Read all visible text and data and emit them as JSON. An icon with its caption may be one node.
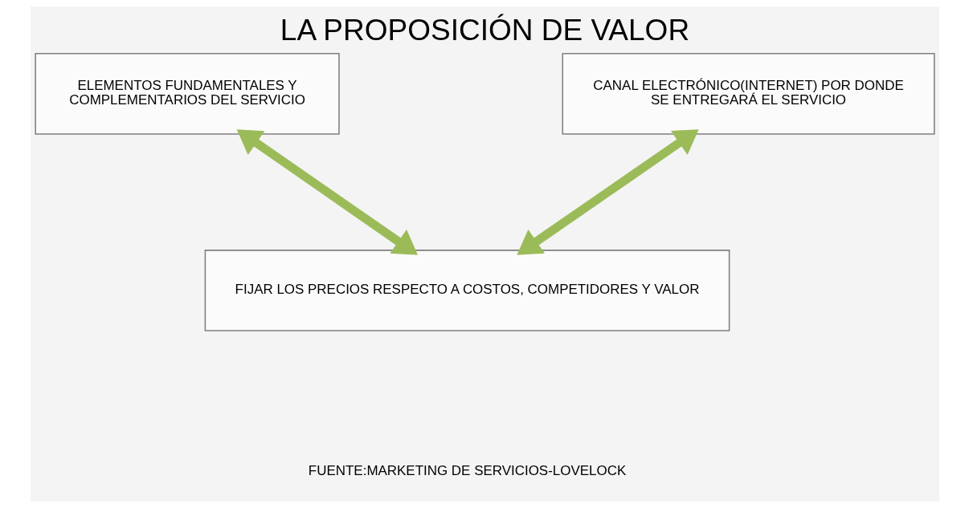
{
  "diagram": {
    "title": "LA PROPOSICIÓN DE VALOR",
    "nodes": [
      {
        "text": [
          "ELEMENTOS FUNDAMENTALES Y COMPLEMENTARIOS DEL SERVICIO"
        ]
      },
      {
        "text": [
          "CANAL ELECTRÓNICO(INTERNET) POR DONDE SE ENTREGARÁ EL SERVICIO"
        ]
      },
      {
        "text": [
          "FIJAR LOS PRECIOS RESPECTO A COSTOS, COMPETIDORES Y VALOR"
        ]
      }
    ],
    "edges": [
      {
        "from": 2,
        "to": 0,
        "arrow": "both"
      },
      {
        "from": 2,
        "to": 1,
        "arrow": "both"
      }
    ],
    "labels": [
      "FUENTE:MARKETING DE SERVICIOS-LOVELOCK"
    ]
  }
}
